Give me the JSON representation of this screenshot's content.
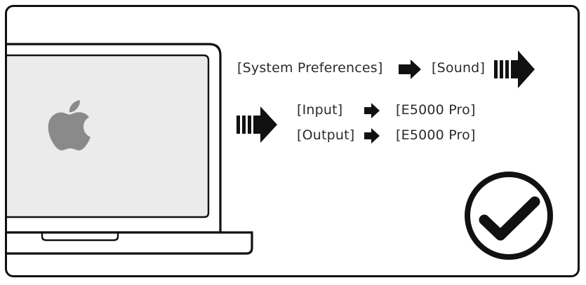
{
  "steps": {
    "system_preferences": "[System Preferences]",
    "sound": "[Sound]",
    "input": "[Input]",
    "input_device": "[E5000 Pro]",
    "output": "[Output]",
    "output_device": "[E5000 Pro]"
  },
  "icons": {
    "logo": "apple-logo-icon",
    "arrow": "arrow-right-icon",
    "striped_arrow": "striped-arrow-icon",
    "check": "check-circle-icon"
  },
  "colors": {
    "ink": "#111111",
    "logo_gray": "#8a8a8a",
    "screen_fill": "#ebebeb"
  }
}
